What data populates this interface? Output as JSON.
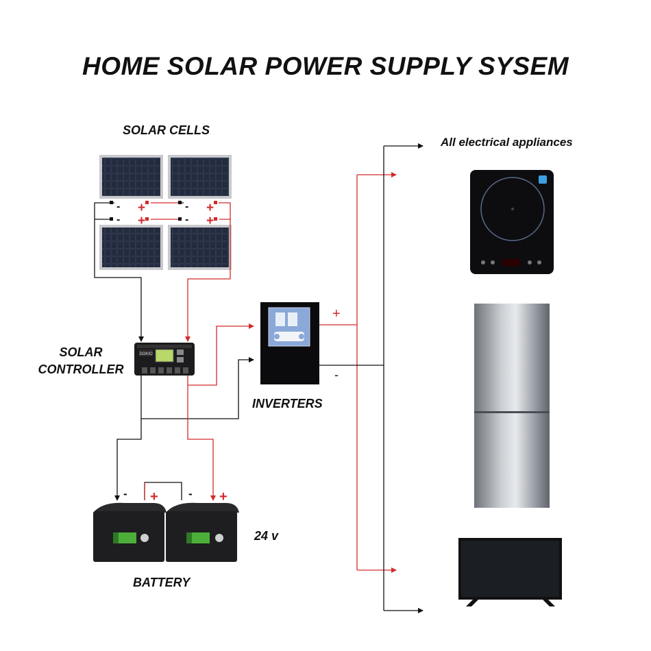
{
  "title": "HOME SOLAR POWER SUPPLY SYSEM",
  "labels": {
    "solar_cells": "SOLAR CELLS",
    "controller_line1": "SOLAR",
    "controller_line2": "CONTROLLER",
    "inverters": "INVERTERS",
    "battery": "BATTERY",
    "voltage": "24 v",
    "appliances": "All electrical appliances"
  },
  "terminals": {
    "plus": "+",
    "minus": "-"
  },
  "controller_screen_text": "DOKIO",
  "colors": {
    "positive_wire": "#d42a2a",
    "negative_wire": "#111111",
    "panel": "#1a1f2a",
    "battery_green": "#4caf3a",
    "inverter_panel": "#8aa8d8"
  }
}
